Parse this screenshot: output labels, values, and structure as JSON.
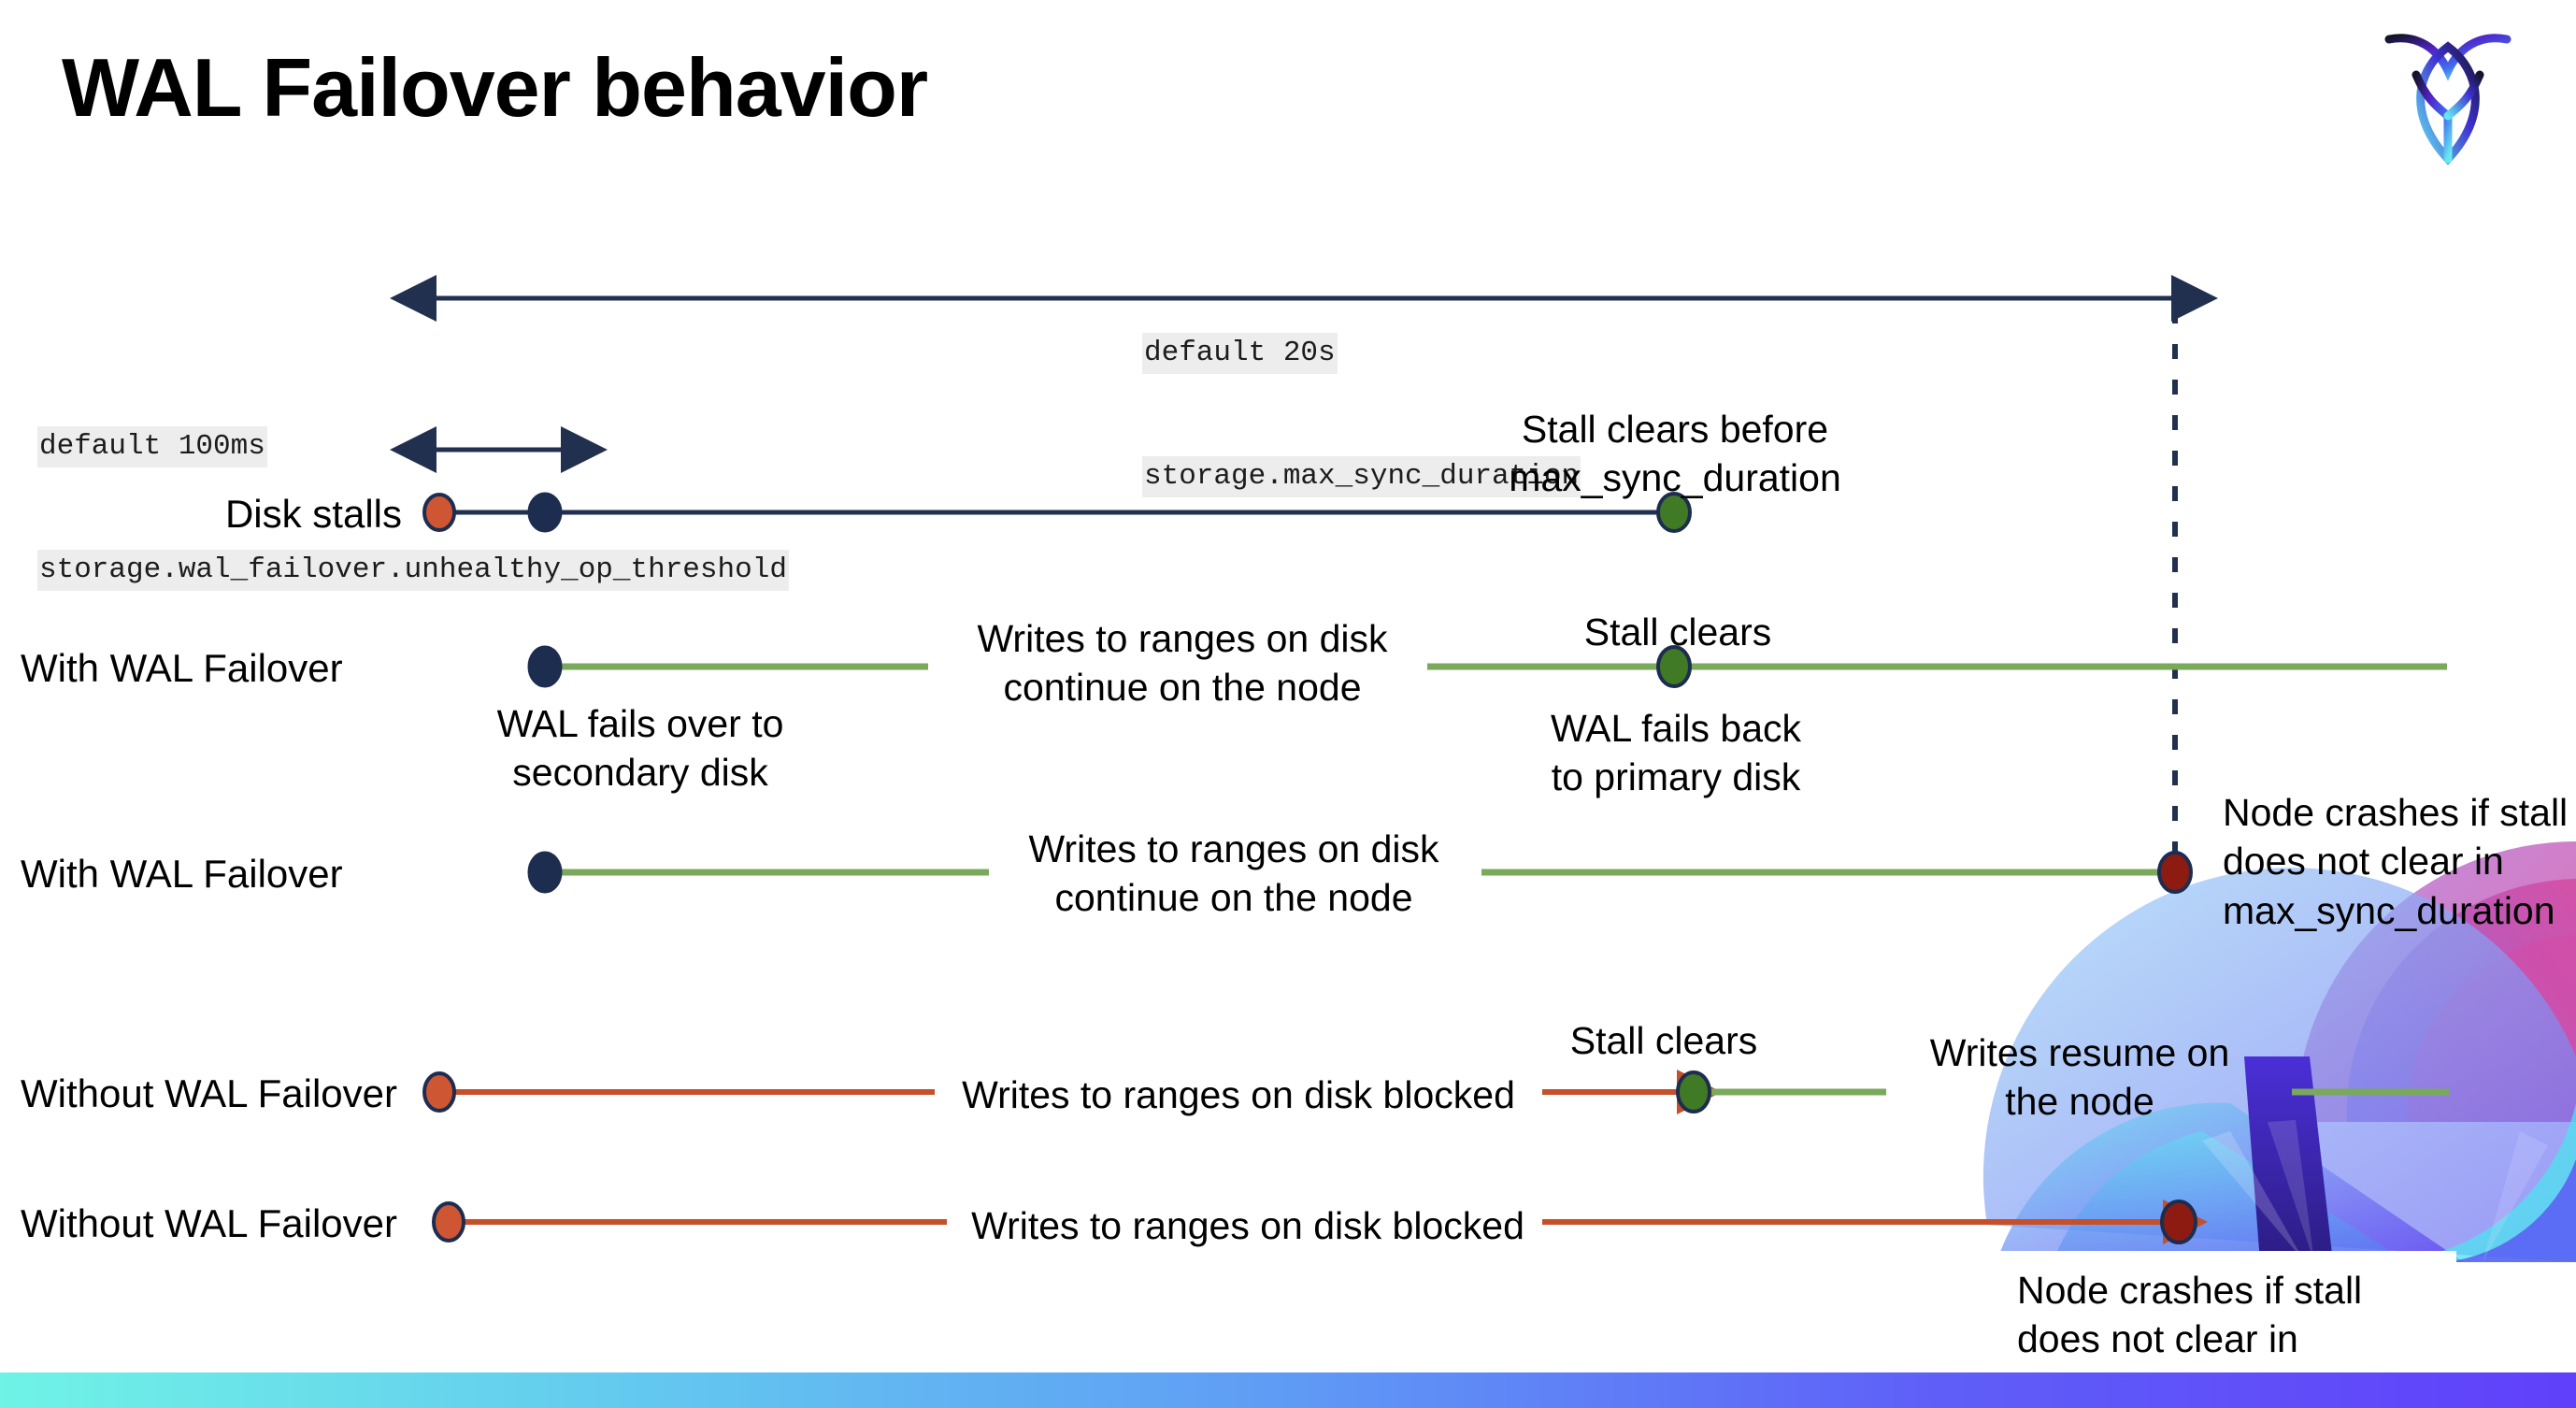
{
  "title": "WAL Failover behavior",
  "logo": {
    "name": "cockroachdb-logo"
  },
  "colors": {
    "navy": "#22304f",
    "green_line": "#7aa95c",
    "red_line": "#c5502a",
    "dot_orange": "#cf5632",
    "dot_navy": "#1d2d50",
    "dot_green": "#417a24",
    "dot_darkred": "#8e1b12",
    "code_bg": "#ededed"
  },
  "code_labels": {
    "top": {
      "line1": "default 20s",
      "line2": "storage.max_sync_duration"
    },
    "left": {
      "line1": "default 100ms",
      "line2": "storage.wal_failover.unhealthy_op_threshold"
    }
  },
  "rows": [
    {
      "id": "disk-stalls",
      "label": "Disk stalls"
    },
    {
      "id": "with-wal-failover-1",
      "label": "With WAL Failover"
    },
    {
      "id": "with-wal-failover-2",
      "label": "With WAL Failover"
    },
    {
      "id": "without-wal-failover-1",
      "label": "Without WAL Failover"
    },
    {
      "id": "without-wal-failover-2",
      "label": "Without WAL Failover"
    }
  ],
  "annotations": {
    "stall_clears_before": "Stall clears before\nmax_sync_duration",
    "writes_continue_1": "Writes to ranges on disk\ncontinue on the node",
    "stall_clears_1": "Stall clears",
    "wal_fails_over": "WAL fails over to\nsecondary disk",
    "wal_fails_back": "WAL fails  back\nto primary disk",
    "writes_continue_2": "Writes to ranges on disk\ncontinue on the node",
    "node_crashes_1": "Node crashes if stall\ndoes not clear in\nmax_sync_duration",
    "stall_clears_2": "Stall clears",
    "writes_blocked_1": "Writes to ranges on disk  blocked",
    "writes_resume": "Writes resume on\nthe node",
    "writes_blocked_2": "Writes to ranges on disk  blocked",
    "node_crashes_2": "Node crashes if stall\ndoes not clear in\nmax_sync_duration"
  }
}
